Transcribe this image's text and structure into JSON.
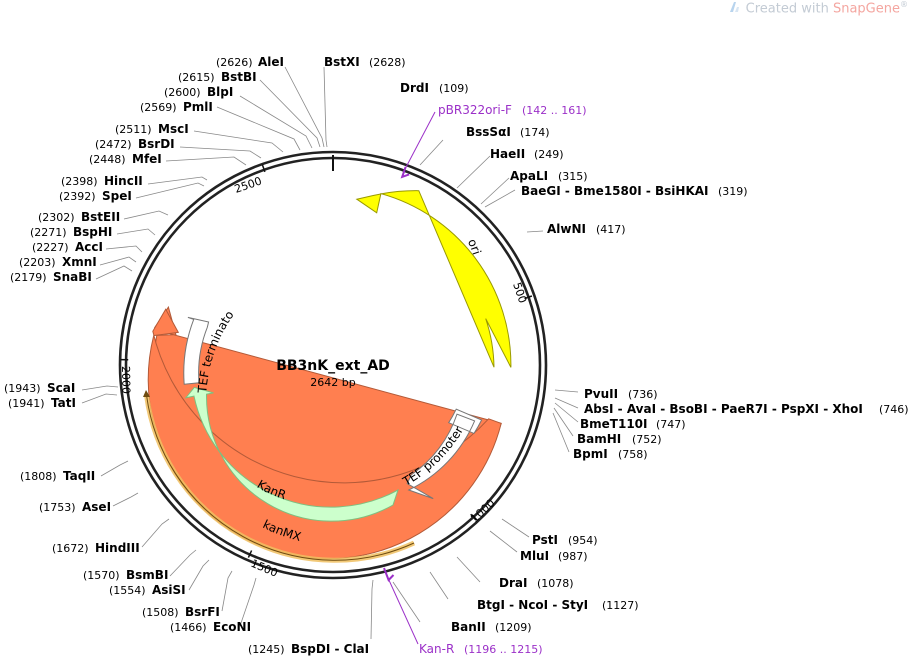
{
  "watermark": {
    "prefix": "Created with ",
    "brand": "SnapGene",
    "mark": "®"
  },
  "plasmid": {
    "name": "BB3nK_ext_AD",
    "length_label": "2642 bp",
    "length": 2642
  },
  "ticks": [
    {
      "label": "500",
      "pos": 500
    },
    {
      "label": "1000",
      "pos": 1000
    },
    {
      "label": "1500",
      "pos": 1500
    },
    {
      "label": "2000",
      "pos": 2000
    },
    {
      "label": "2500",
      "pos": 2500
    }
  ],
  "features": [
    {
      "name": "ori",
      "color": "#ffff00",
      "stroke": "#999900"
    },
    {
      "name": "kanMX",
      "color": "#ff7f50",
      "stroke": "#b35a38"
    },
    {
      "name": "KanR",
      "color": "#ccffcc",
      "stroke": "#7fbf7f"
    },
    {
      "name": "TEF promoter",
      "color": "#ffffff",
      "stroke": "#777777"
    },
    {
      "name": "TEF terminator",
      "color": "#ffffff",
      "stroke": "#777777"
    }
  ],
  "primers": [
    {
      "name": "pBR322ori-F",
      "range": "(142 .. 161)",
      "color": "#9b30c8"
    },
    {
      "name": "Kan-R",
      "range": "(1196 .. 1215)",
      "color": "#9b30c8"
    }
  ],
  "sites": [
    {
      "name": "AleI",
      "pos": "(2626)"
    },
    {
      "name": "BstXI",
      "pos": "(2628)"
    },
    {
      "name": "BstBI",
      "pos": "(2615)"
    },
    {
      "name": "BlpI",
      "pos": "(2600)"
    },
    {
      "name": "PmlI",
      "pos": "(2569)"
    },
    {
      "name": "MscI",
      "pos": "(2511)"
    },
    {
      "name": "BsrDI",
      "pos": "(2472)"
    },
    {
      "name": "MfeI",
      "pos": "(2448)"
    },
    {
      "name": "HincII",
      "pos": "(2398)"
    },
    {
      "name": "SpeI",
      "pos": "(2392)"
    },
    {
      "name": "BstEII",
      "pos": "(2302)"
    },
    {
      "name": "BspHI",
      "pos": "(2271)"
    },
    {
      "name": "AccI",
      "pos": "(2227)"
    },
    {
      "name": "XmnI",
      "pos": "(2203)"
    },
    {
      "name": "SnaBI",
      "pos": "(2179)"
    },
    {
      "name": "ScaI",
      "pos": "(1943)"
    },
    {
      "name": "TatI",
      "pos": "(1941)"
    },
    {
      "name": "TaqII",
      "pos": "(1808)"
    },
    {
      "name": "AseI",
      "pos": "(1753)"
    },
    {
      "name": "HindIII",
      "pos": "(1672)"
    },
    {
      "name": "BsmBI",
      "pos": "(1570)"
    },
    {
      "name": "AsiSI",
      "pos": "(1554)"
    },
    {
      "name": "BsrFI",
      "pos": "(1508)"
    },
    {
      "name": "EcoNI",
      "pos": "(1466)"
    },
    {
      "name": "BspDI - ClaI",
      "pos": "(1245)"
    },
    {
      "name": "DrdI",
      "pos": "(109)"
    },
    {
      "name": "BssSαI",
      "pos": "(174)"
    },
    {
      "name": "HaeII",
      "pos": "(249)"
    },
    {
      "name": "ApaLI",
      "pos": "(315)"
    },
    {
      "name": "BaeGI - Bme1580I - BsiHKAI",
      "pos": "(319)"
    },
    {
      "name": "AlwNI",
      "pos": "(417)"
    },
    {
      "name": "PvuII",
      "pos": "(736)"
    },
    {
      "name": "AbsI - AvaI - BsoBI - PaeR7I - PspXI - XhoI",
      "pos": "(746)"
    },
    {
      "name": "BmeT110I",
      "pos": "(747)"
    },
    {
      "name": "BamHI",
      "pos": "(752)"
    },
    {
      "name": "BpmI",
      "pos": "(758)"
    },
    {
      "name": "PstI",
      "pos": "(954)"
    },
    {
      "name": "MluI",
      "pos": "(987)"
    },
    {
      "name": "DraI",
      "pos": "(1078)"
    },
    {
      "name": "BtgI - NcoI - StyI",
      "pos": "(1127)"
    },
    {
      "name": "BanII",
      "pos": "(1209)"
    }
  ]
}
